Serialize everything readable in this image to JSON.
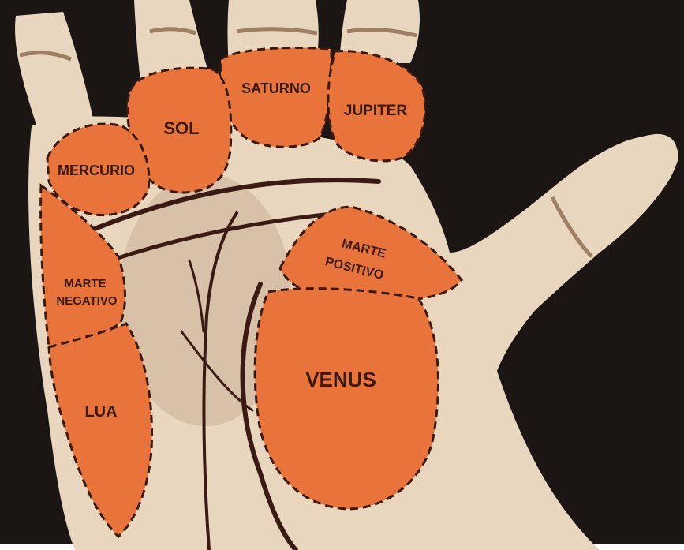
{
  "colors": {
    "background": "#1b1613",
    "skin": "#e8d6bf",
    "skin_shadow": "#b89c80",
    "mount_fill": "#e8743c",
    "outline": "#3a1a10",
    "palm_lines": "#3b1a14"
  },
  "mounts": [
    {
      "id": "saturno",
      "label": "SATURNO"
    },
    {
      "id": "jupiter",
      "label": "JUPITER"
    },
    {
      "id": "sol",
      "label": "SOL"
    },
    {
      "id": "mercurio",
      "label": "MERCURIO"
    },
    {
      "id": "marte-negativo",
      "label_lines": [
        "MARTE",
        "NEGATIVO"
      ]
    },
    {
      "id": "marte-positivo",
      "label_lines": [
        "MARTE",
        "POSITIVO"
      ]
    },
    {
      "id": "venus",
      "label": "VENUS"
    },
    {
      "id": "lua",
      "label": "LUA"
    }
  ]
}
